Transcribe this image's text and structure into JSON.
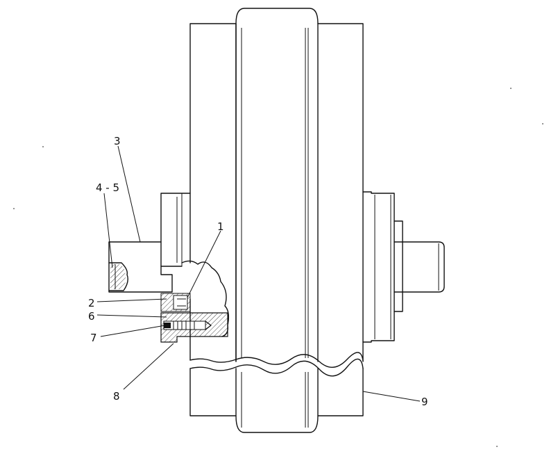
{
  "callouts": {
    "c1": "1",
    "c2": "2",
    "c3": "3",
    "c4_5": "4 - 5",
    "c6": "6",
    "c7": "7",
    "c8": "8",
    "c9": "9"
  }
}
